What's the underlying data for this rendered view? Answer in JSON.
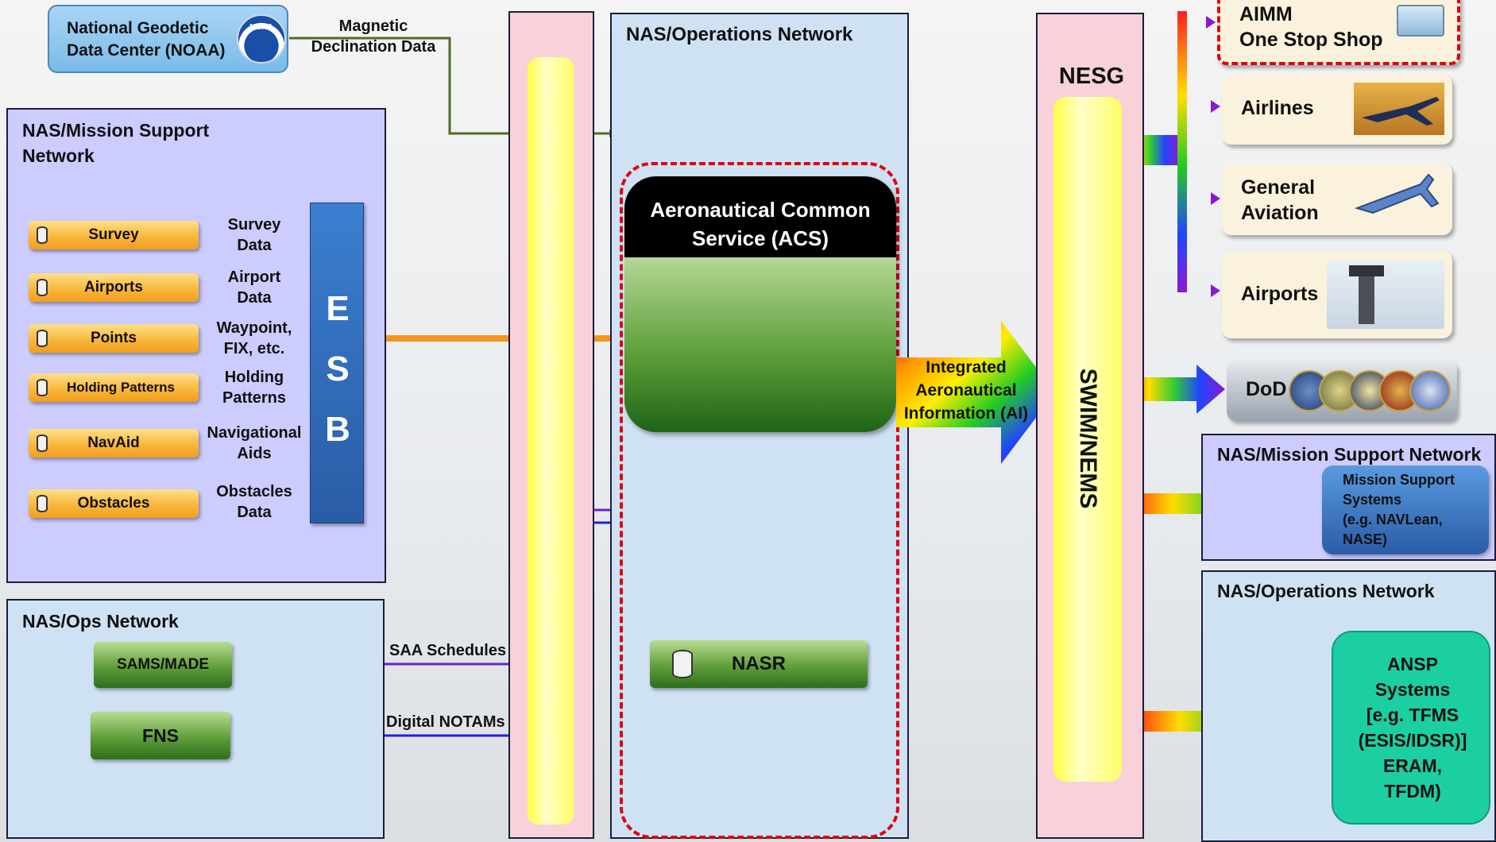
{
  "noaa": {
    "label_line1": "National Geodetic",
    "label_line2": "Data Center (NOAA)",
    "logo_text": "NOAA"
  },
  "magnetic": {
    "line1": "Magnetic",
    "line2": "Declination Data"
  },
  "mission_support_left": {
    "title_line1": "NAS/Mission Support",
    "title_line2": "Network",
    "sources": [
      {
        "label": "Survey",
        "flow1": "Survey",
        "flow2": "Data"
      },
      {
        "label": "Airports",
        "flow1": "Airport",
        "flow2": "Data"
      },
      {
        "label": "Points",
        "flow1": "Waypoint,",
        "flow2": "FIX, etc."
      },
      {
        "label": "Holding Patterns",
        "flow1": "Holding",
        "flow2": "Patterns"
      },
      {
        "label": "NavAid",
        "flow1": "Navigational",
        "flow2": "Aids"
      },
      {
        "label": "Obstacles",
        "flow1": "Obstacles",
        "flow2": "Data"
      }
    ],
    "esb": [
      "E",
      "S",
      "B"
    ]
  },
  "ops_left": {
    "title": "NAS/Ops Network",
    "sams": "SAMS/MADE",
    "fns": "FNS",
    "saa": "SAA Schedules",
    "notams": "Digital NOTAMs"
  },
  "ops_center": {
    "title": "NAS/Operations Network",
    "acs_line1": "Aeronautical Common",
    "acs_line2": "Service (ACS)",
    "nasr": "NASR"
  },
  "integrated": {
    "line1": "Integrated",
    "line2": "Aeronautical",
    "line3": "Information (AI)"
  },
  "nesg": {
    "title": "NESG",
    "swim": "SWIM/NEMS"
  },
  "consumers": {
    "aimm_line1": "AIMM",
    "aimm_line2": "One Stop Shop",
    "airlines": "Airlines",
    "ga_line1": "General",
    "ga_line2": "Aviation",
    "airports": "Airports",
    "dod": "DoD"
  },
  "mission_support_right": {
    "title": "NAS/Mission Support Network",
    "box_lines": [
      "Mission Support",
      "Systems",
      "(e.g. NAVLean,",
      "NASE)"
    ]
  },
  "ops_right": {
    "title": "NAS/Operations Network",
    "ansp_lines": [
      "ANSP",
      "Systems",
      "[e.g. TFMS",
      "(ESIS/IDSR)]",
      "ERAM,",
      "TFDM)"
    ]
  },
  "colors": {
    "orange": "#f7941d",
    "purple": "#6a1fd0",
    "blue": "#1e20e0",
    "dark_green": "#4f6b28",
    "red_dash": "#e00010"
  }
}
